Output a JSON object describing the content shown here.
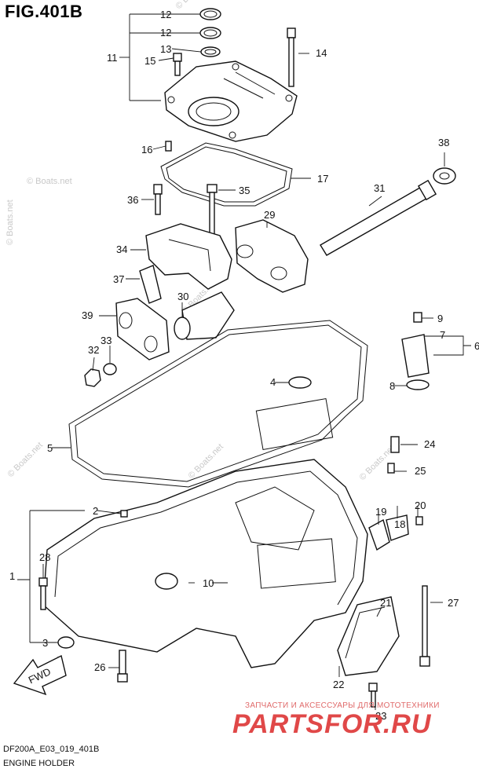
{
  "figure": {
    "title": "FIG.401B",
    "code": "DF200A_E03_019_401B",
    "caption": "ENGINE HOLDER"
  },
  "watermarks": [
    "© Boats.net",
    "© Boats.net",
    "© Boats.net",
    "© Boats.net",
    "© Boats.net",
    "© Boats.net",
    "© Boats.net",
    "© Boats.net"
  ],
  "callouts": [
    "1",
    "2",
    "3",
    "4",
    "5",
    "6",
    "7",
    "8",
    "9",
    "10",
    "11",
    "12",
    "12",
    "13",
    "14",
    "15",
    "16",
    "17",
    "18",
    "19",
    "20",
    "21",
    "22",
    "23",
    "24",
    "25",
    "26",
    "27",
    "28",
    "29",
    "30",
    "31",
    "32",
    "33",
    "34",
    "35",
    "36",
    "37",
    "38",
    "39"
  ],
  "fwd_label": "FWD",
  "shop": {
    "tagline": "ЗАПЧАСТИ И АКСЕССУАРЫ ДЛЯ МОТОТЕХНИКИ",
    "logo": "PARTSFOR.RU"
  }
}
